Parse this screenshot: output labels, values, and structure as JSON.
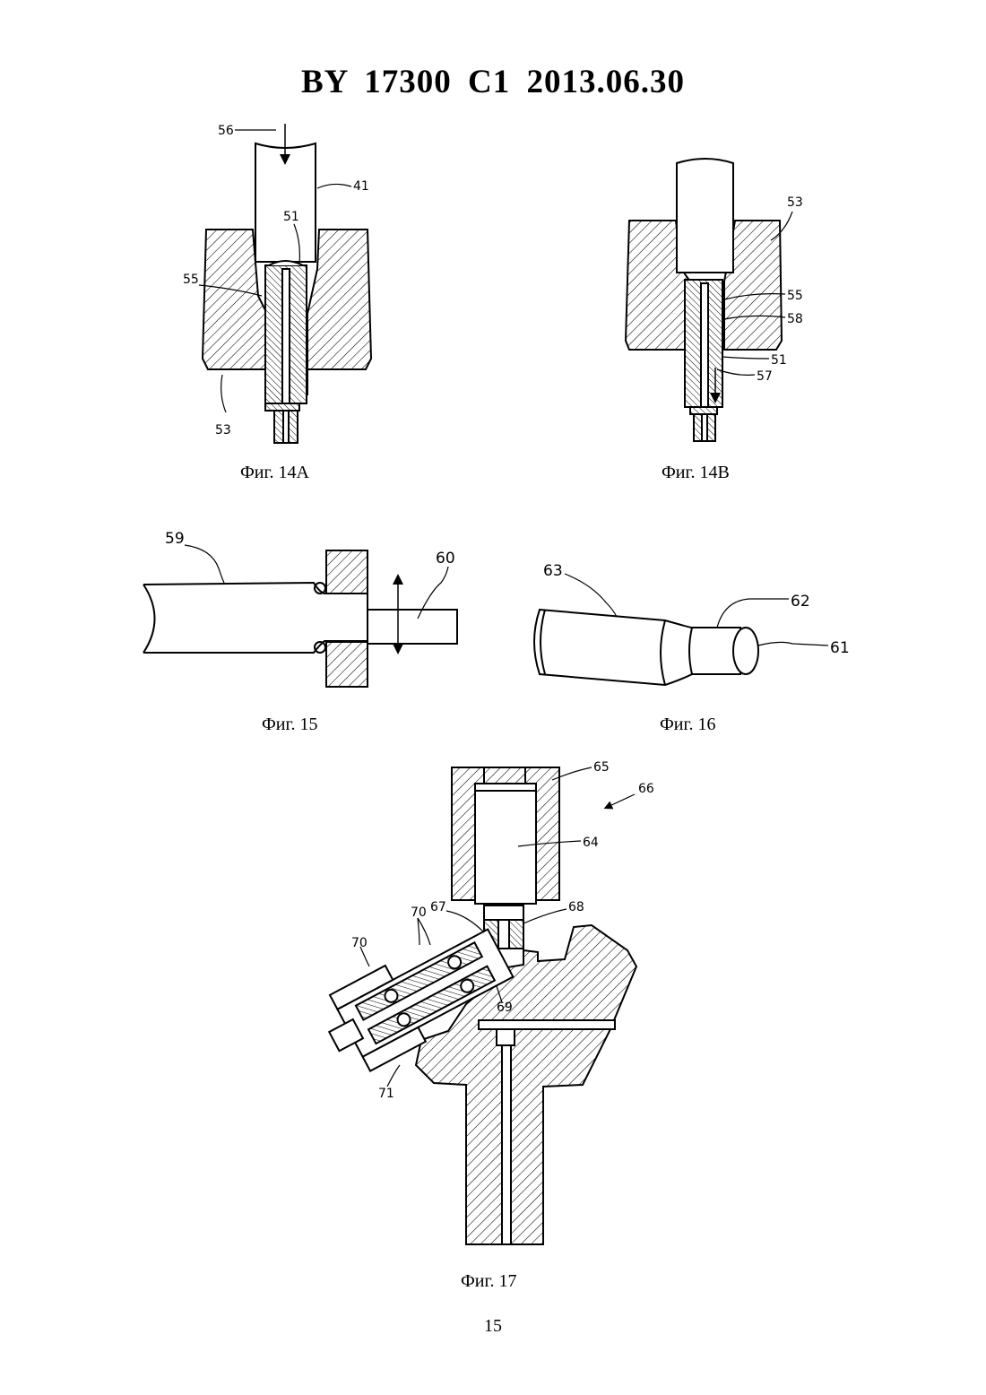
{
  "header": {
    "title": "BY  17300  C1  2013.06.30"
  },
  "figures": {
    "fig14a": {
      "caption": "Фиг. 14А",
      "refs": {
        "r56": "56",
        "r41": "41",
        "r51": "51",
        "r55": "55",
        "r53": "53"
      }
    },
    "fig14b": {
      "caption": "Фиг. 14В",
      "refs": {
        "r53": "53",
        "r55": "55",
        "r58": "58",
        "r51": "51",
        "r57": "57"
      }
    },
    "fig15": {
      "caption": "Фиг. 15",
      "refs": {
        "r59": "59",
        "r60": "60"
      }
    },
    "fig16": {
      "caption": "Фиг. 16",
      "refs": {
        "r63": "63",
        "r62": "62",
        "r61": "61"
      }
    },
    "fig17": {
      "caption": "Фиг. 17",
      "refs": {
        "r65": "65",
        "r66": "66",
        "r64": "64",
        "r67": "67",
        "r68": "68",
        "r70a": "70",
        "r70b": "70",
        "r69": "69",
        "r71": "71"
      }
    }
  },
  "footer": {
    "page_number": "15"
  }
}
